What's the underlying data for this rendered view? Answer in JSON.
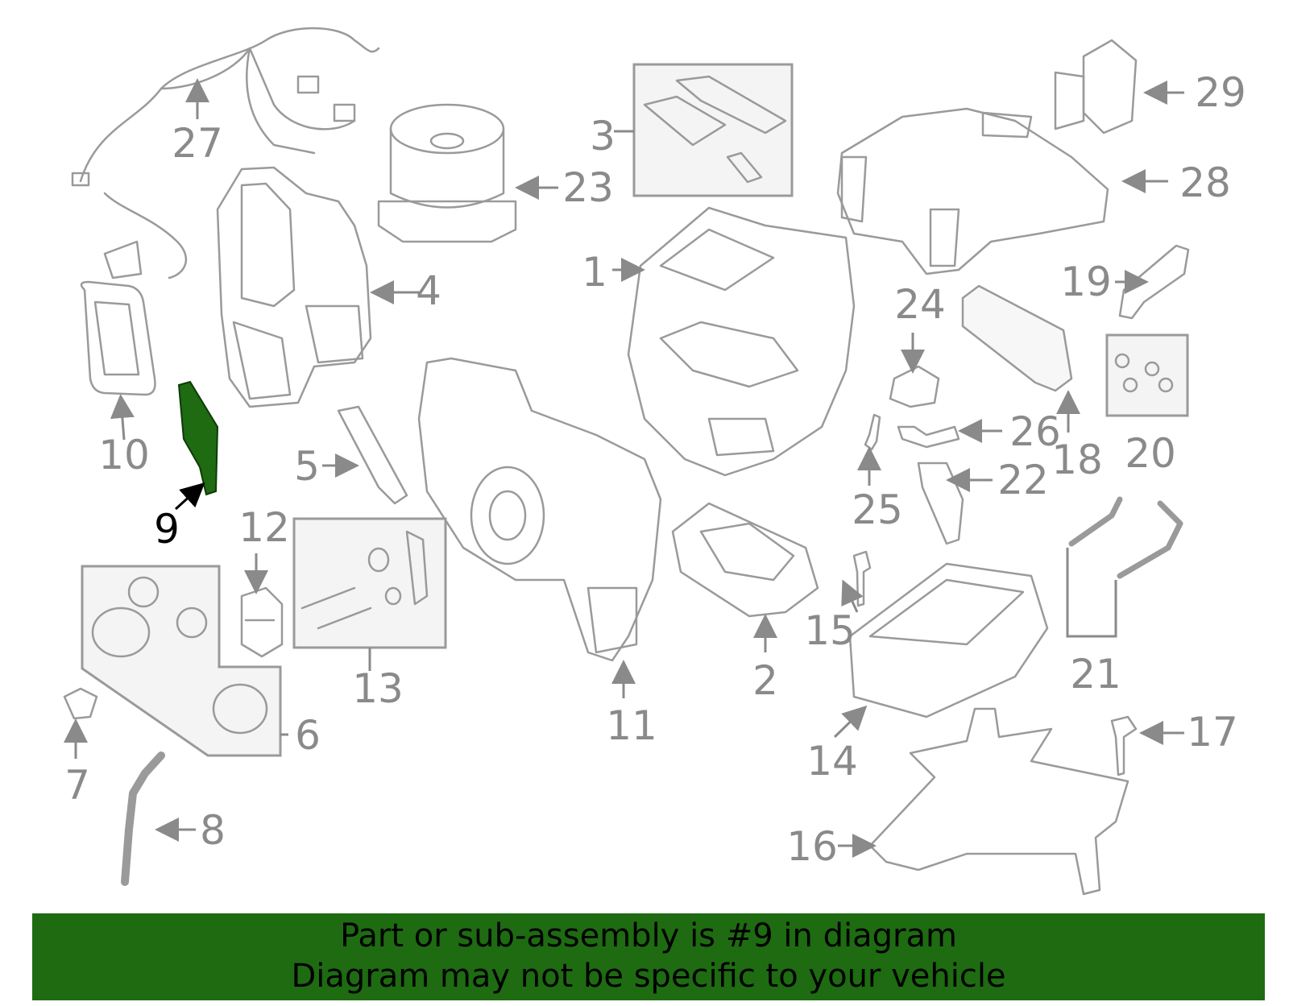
{
  "highlight_color": "#1e6b12",
  "part_color": "#9a9a9a",
  "callouts": {
    "c1": "1",
    "c2": "2",
    "c3": "3",
    "c4": "4",
    "c5": "5",
    "c6": "6",
    "c7": "7",
    "c8": "8",
    "c9": "9",
    "c10": "10",
    "c11": "11",
    "c12": "12",
    "c13": "13",
    "c14": "14",
    "c15": "15",
    "c16": "16",
    "c17": "17",
    "c18": "18",
    "c19": "19",
    "c20": "20",
    "c21": "21",
    "c22": "22",
    "c23": "23",
    "c24": "24",
    "c25": "25",
    "c26": "26",
    "c27": "27",
    "c28": "28",
    "c29": "29"
  },
  "banner": {
    "line1": "Part or sub-assembly is #9 in diagram",
    "line2": "Diagram may not be specific to your vehicle"
  }
}
